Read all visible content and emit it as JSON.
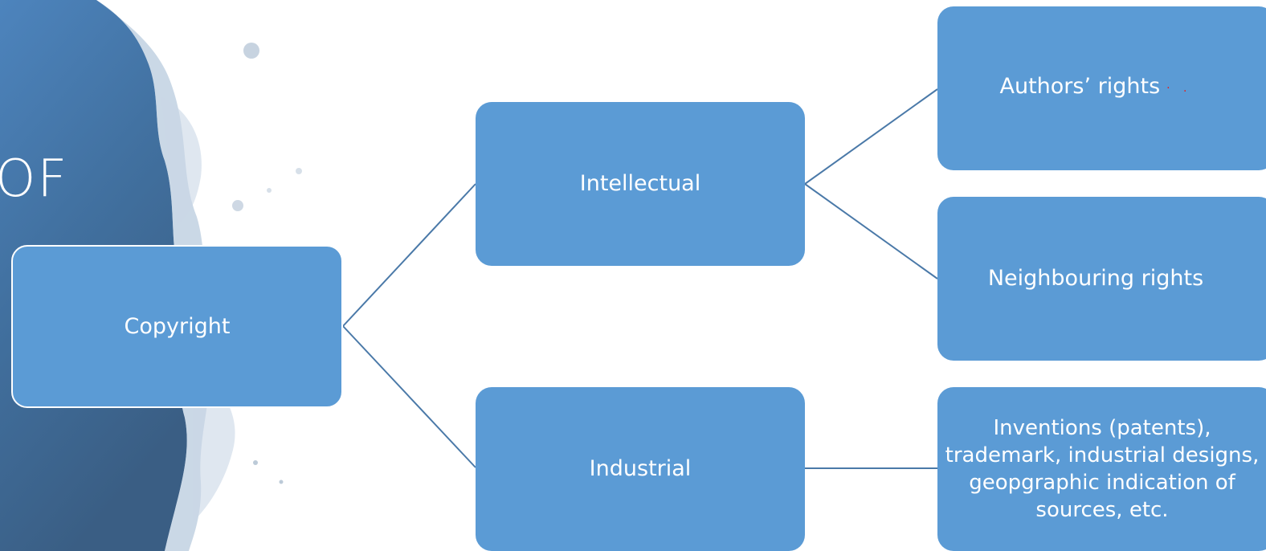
{
  "slide": {
    "title_fragment": "OF"
  },
  "diagram": {
    "root": {
      "label": "Copyright"
    },
    "branches": [
      {
        "label": "Intellectual"
      },
      {
        "label": "Industrial"
      }
    ],
    "leaves": [
      {
        "label": "Authors’ rights",
        "marks": "· ."
      },
      {
        "label": "Neighbouring rights"
      },
      {
        "label": "Inventions (patents), trademark, industrial designs, geopgraphic indication of sources, etc."
      }
    ],
    "colors": {
      "node_fill": "#5b9bd5",
      "connector": "#4a79a8",
      "text": "#ffffff",
      "background_splash": "#3f6b9a"
    }
  }
}
